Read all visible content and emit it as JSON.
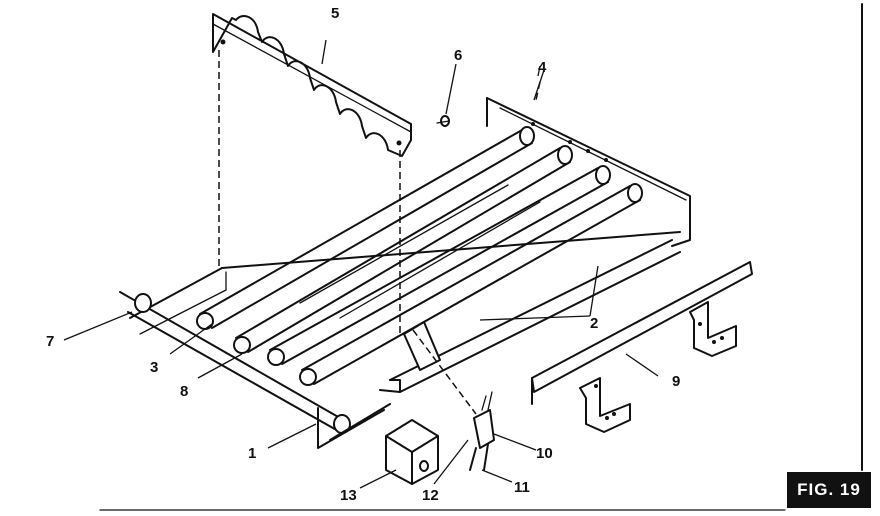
{
  "figure": {
    "label": "FIG. 19"
  },
  "callouts": {
    "c1": "1",
    "c2": "2",
    "c3": "3",
    "c4": "4",
    "c5": "5",
    "c6": "6",
    "c7": "7",
    "c8": "8",
    "c9": "9",
    "c10": "10",
    "c11": "11",
    "c12": "12",
    "c13": "13"
  }
}
